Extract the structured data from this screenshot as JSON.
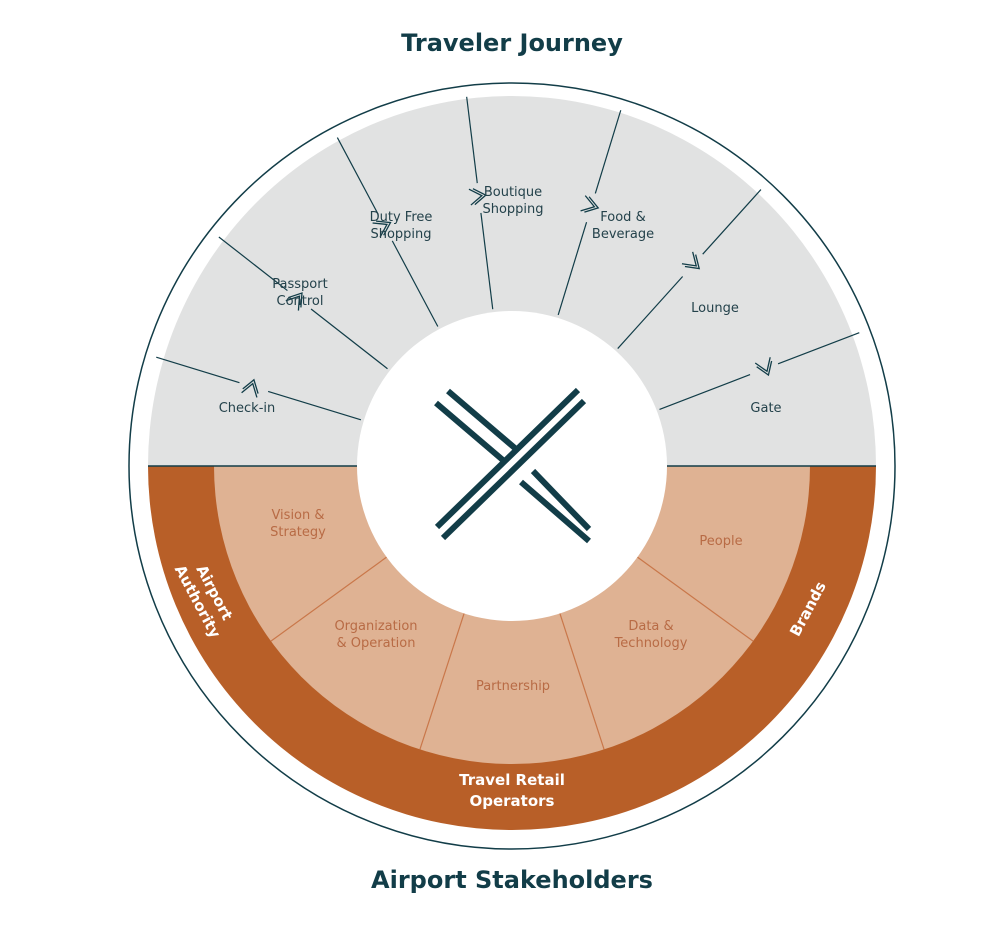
{
  "title": "Traveler Journey",
  "subtitle": "Airport Stakeholders",
  "colors": {
    "dark": "#123d48",
    "journey_fill": "#e1e2e2",
    "band": "#b85f28",
    "inner": "#dfb293",
    "cap_text": "#b86b45"
  },
  "journey": {
    "stages": [
      {
        "label": [
          "Check-in"
        ]
      },
      {
        "label": [
          "Passport",
          "Control"
        ]
      },
      {
        "label": [
          "Duty Free",
          "Shopping"
        ]
      },
      {
        "label": [
          "Boutique",
          "Shopping"
        ]
      },
      {
        "label": [
          "Food &",
          "Beverage"
        ]
      },
      {
        "label": [
          "Lounge"
        ]
      },
      {
        "label": [
          "Gate"
        ]
      }
    ]
  },
  "capabilities": [
    {
      "label": [
        "Vision &",
        "Strategy"
      ]
    },
    {
      "label": [
        "Organization",
        "& Operation"
      ]
    },
    {
      "label": [
        "Partnership"
      ]
    },
    {
      "label": [
        "Data &",
        "Technology"
      ]
    },
    {
      "label": [
        "People"
      ]
    }
  ],
  "stakeholders": [
    {
      "label": [
        "Airport",
        "Authority"
      ]
    },
    {
      "label": [
        "Travel Retail",
        "Operators"
      ]
    },
    {
      "label": [
        "Brands"
      ]
    }
  ],
  "center_icon": "x-mark-logo"
}
